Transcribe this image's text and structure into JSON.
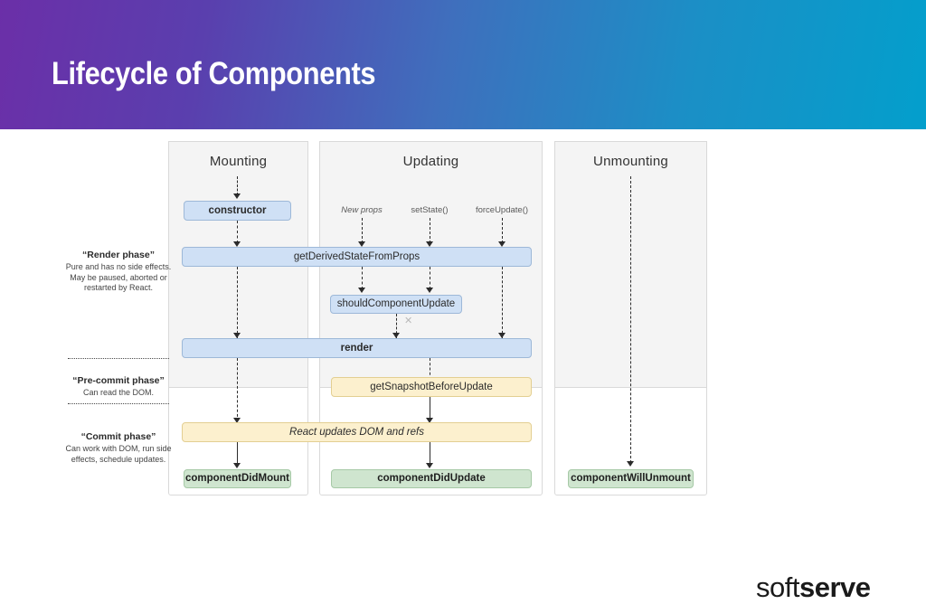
{
  "header": {
    "title": "Lifecycle of Components",
    "gradient_from": "#6b2fa8",
    "gradient_to": "#039fcc"
  },
  "diagram": {
    "columns": [
      {
        "id": "mounting",
        "title": "Mounting"
      },
      {
        "id": "updating",
        "title": "Updating"
      },
      {
        "id": "unmounting",
        "title": "Unmounting"
      }
    ],
    "triggers": [
      {
        "label": "New props",
        "style": "italic"
      },
      {
        "label": "setState()",
        "style": "normal"
      },
      {
        "label": "forceUpdate()",
        "style": "normal"
      }
    ],
    "nodes": {
      "constructor": "constructor",
      "get_derived_state": "getDerivedStateFromProps",
      "should_component_update": "shouldComponentUpdate",
      "render": "render",
      "get_snapshot": "getSnapshotBeforeUpdate",
      "react_updates": "React updates DOM and refs",
      "component_did_mount": "componentDidMount",
      "component_did_update": "componentDidUpdate",
      "component_will_unmount": "componentWillUnmount"
    },
    "skip_marker": "✕",
    "colors": {
      "blue_fill": "#cfe0f5",
      "blue_border": "#9db8d8",
      "yellow_fill": "#fcf0ce",
      "yellow_border": "#e3cf92",
      "green_fill": "#cfe5cf",
      "green_border": "#a6c9a6",
      "panel_grey": "#f4f4f4",
      "panel_border": "#d9d9d9"
    }
  },
  "phases": [
    {
      "id": "render-phase",
      "title": "“Render phase”",
      "description": "Pure and has no side effects. May be paused, aborted or restarted by React."
    },
    {
      "id": "pre-commit-phase",
      "title": "“Pre-commit phase”",
      "description": "Can read the DOM."
    },
    {
      "id": "commit-phase",
      "title": "“Commit phase”",
      "description": "Can work with DOM, run side effects, schedule updates."
    }
  ],
  "logo": {
    "light": "soft",
    "heavy": "serve"
  }
}
